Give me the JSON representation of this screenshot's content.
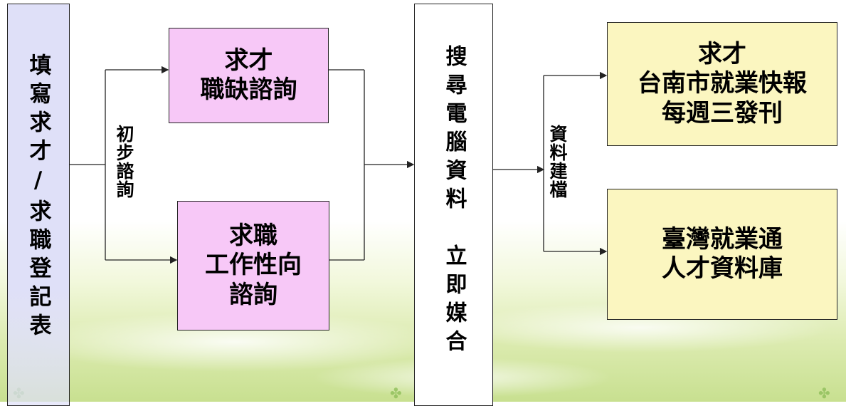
{
  "boxes": {
    "registration": "填寫求才/求職登記表",
    "employer_consult_line1": "求才",
    "employer_consult_line2": "職缺諮詢",
    "jobseeker_consult_line1": "求職",
    "jobseeker_consult_line2": "工作性向",
    "jobseeker_consult_line3": "諮詢",
    "search_match": "搜尋電腦資料　立即媒合",
    "jobs_newsletter_line1": "求才",
    "jobs_newsletter_line2": "台南市就業快報",
    "jobs_newsletter_line3": "每週三發刊",
    "talent_db_line1": "臺灣就業通",
    "talent_db_line2": "人才資料庫"
  },
  "labels": {
    "initial_consult": "初步諮詢",
    "data_filing": "資料建檔"
  },
  "colors": {
    "registration_fill": "#dfe0f8",
    "consult_fill": "#f7c8f7",
    "output_fill": "#fbf6c0",
    "line": "#222222"
  }
}
